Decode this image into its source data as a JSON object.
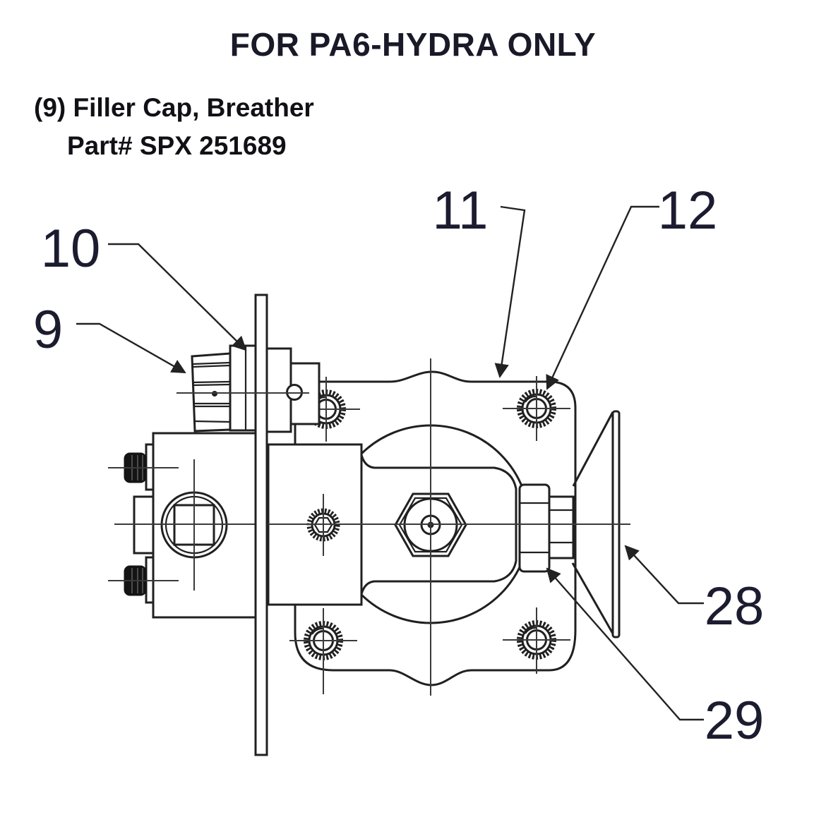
{
  "header": {
    "title": "FOR PA6-HYDRA ONLY"
  },
  "note": {
    "line1": "(9) Filler Cap, Breather",
    "line2": "Part# SPX 251689"
  },
  "callouts": [
    {
      "label": "9",
      "part_name": "Filler Cap, Breather (Part# SPX 251689)"
    },
    {
      "label": "10"
    },
    {
      "label": "11"
    },
    {
      "label": "12"
    },
    {
      "label": "28"
    },
    {
      "label": "29"
    }
  ],
  "colors": {
    "background": "#ffffff",
    "drawing_ink": "#202020",
    "label_text": "#1c1c30",
    "title_text": "#191928"
  }
}
